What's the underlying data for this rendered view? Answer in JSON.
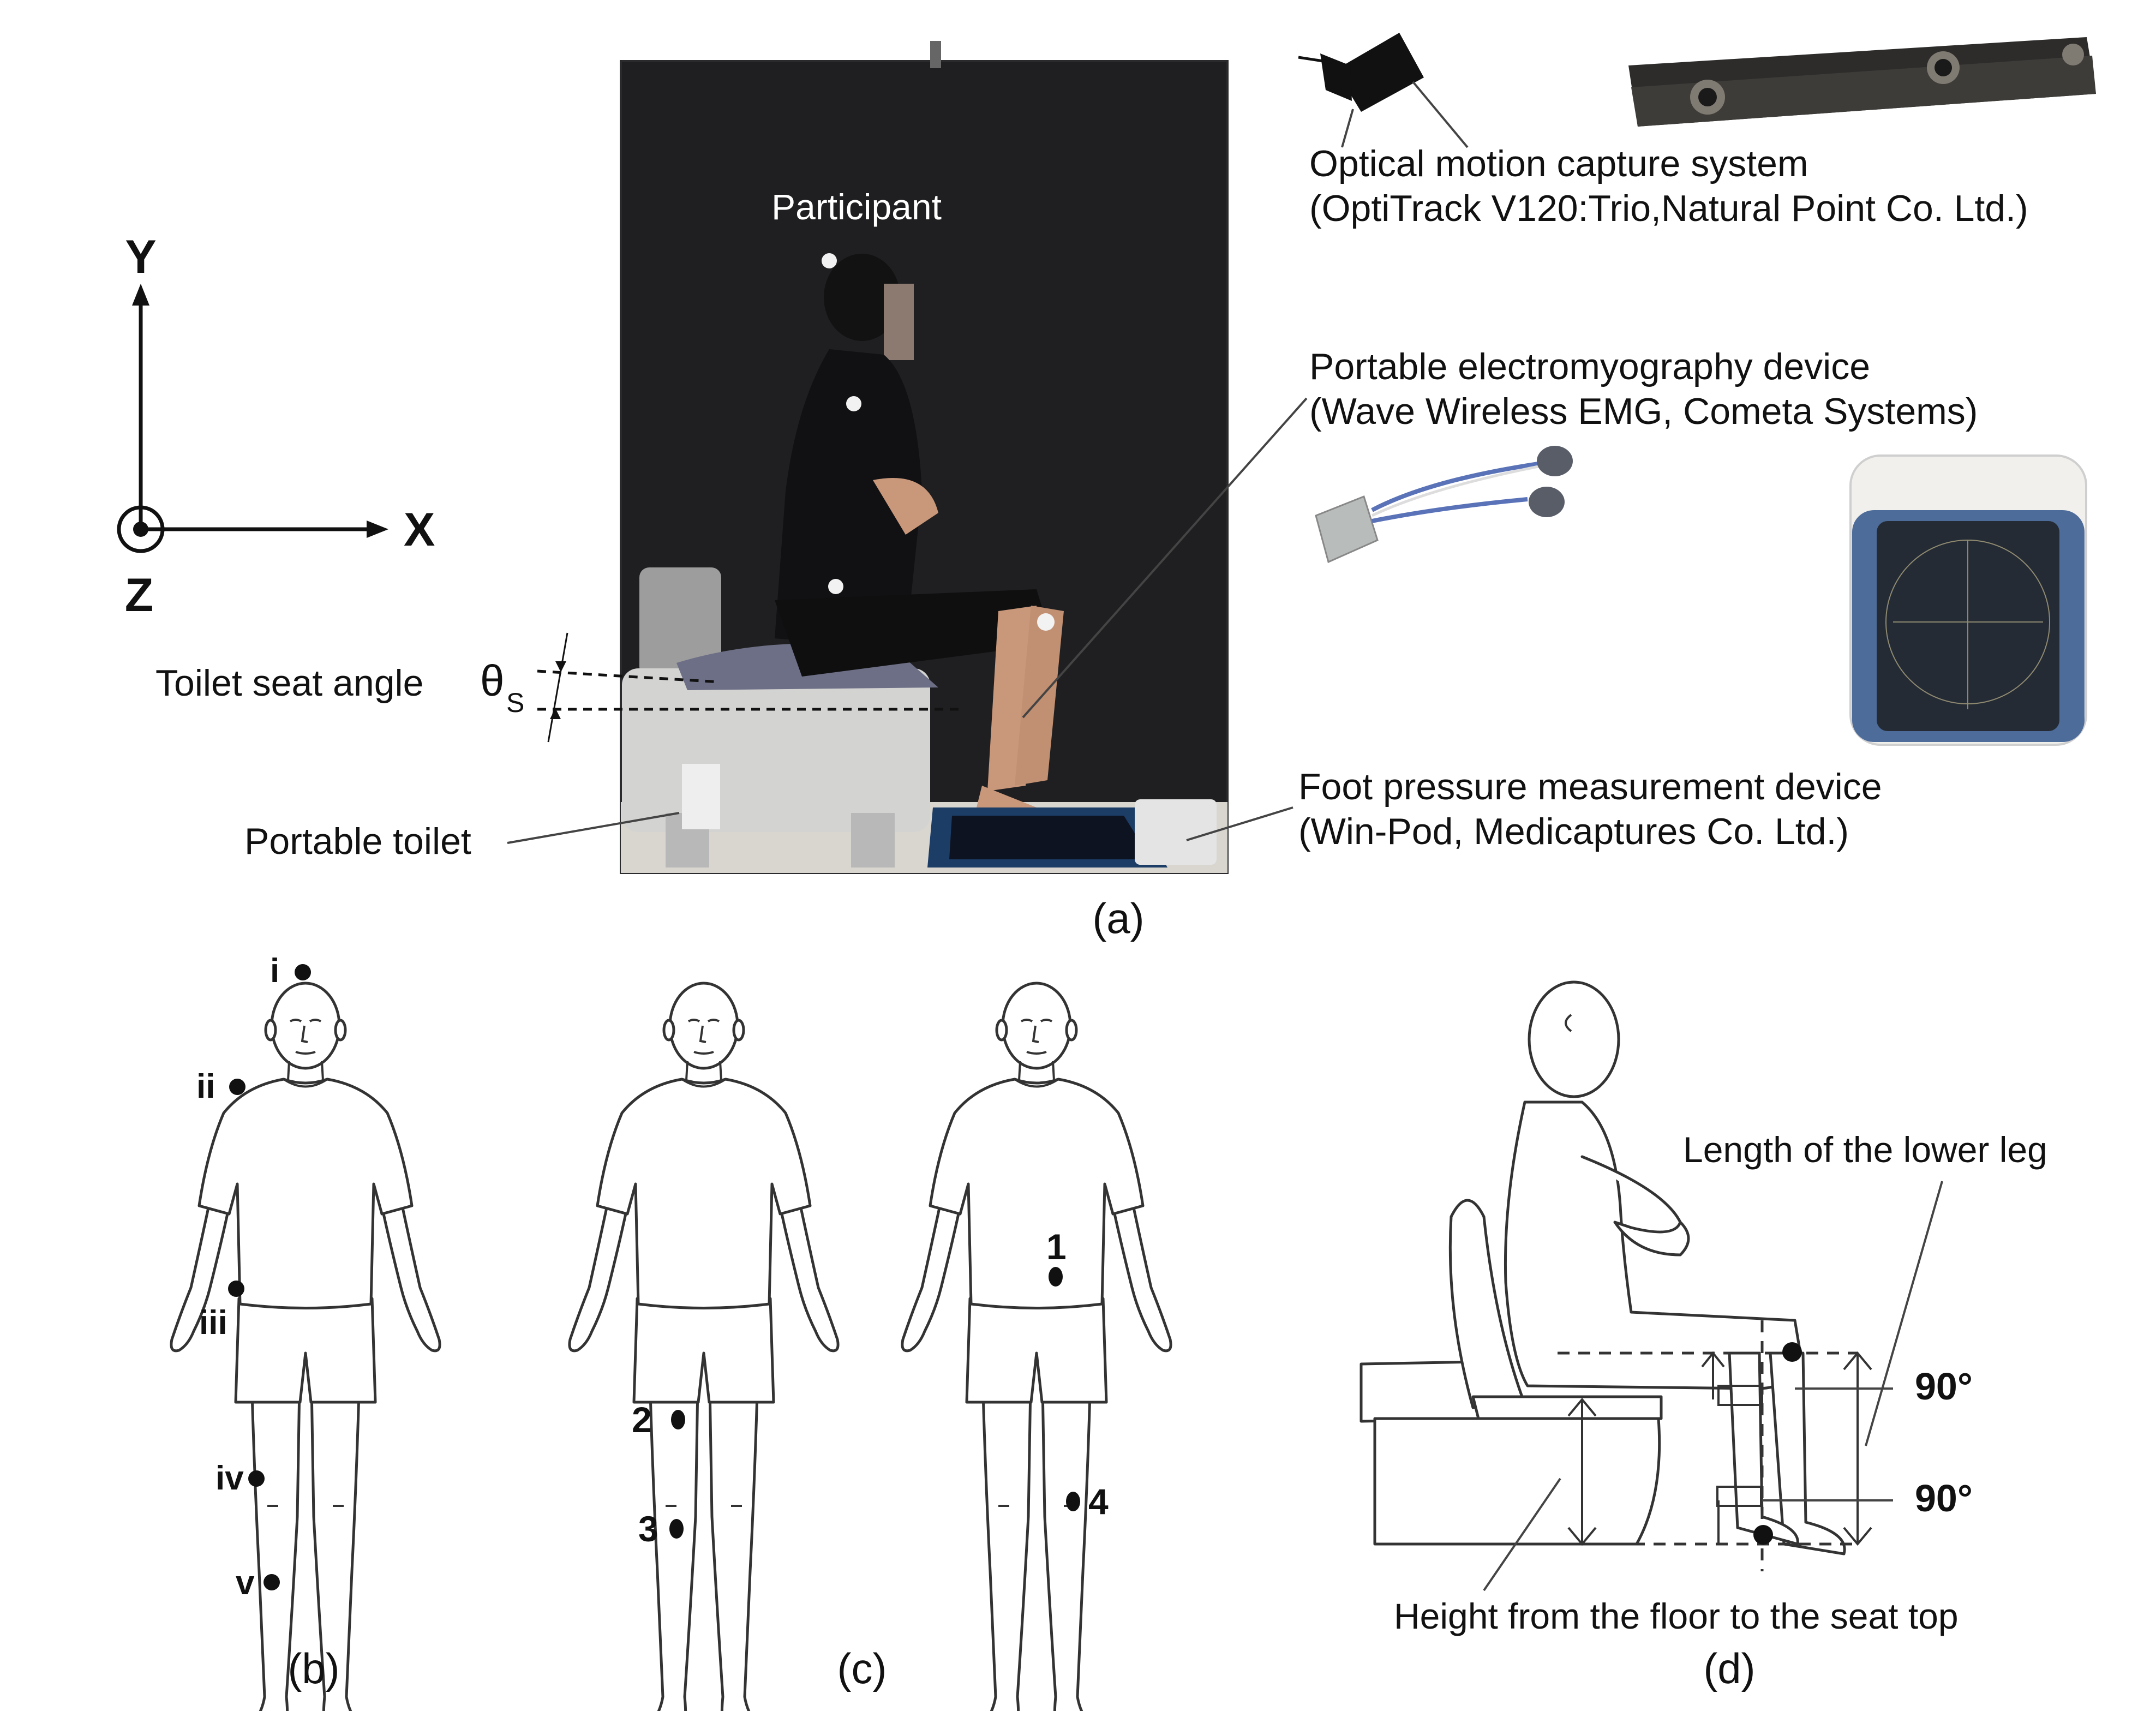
{
  "axes": {
    "y": "Y",
    "x": "X",
    "z": "Z"
  },
  "panel_a": {
    "caption": "(a)",
    "participant": "Participant",
    "seat_angle_label": "Toilet seat angle",
    "seat_angle_symbol": "θ",
    "seat_angle_subscript": "S",
    "toilet": "Portable toilet",
    "mocap_line1": "Optical motion capture system",
    "mocap_line2": "(OptiTrack V120:Trio,Natural Point Co. Ltd.)",
    "emg_line1": "Portable electromyography device",
    "emg_line2": "(Wave Wireless EMG, Cometa Systems)",
    "foot_line1": "Foot pressure measurement device",
    "foot_line2": "(Win-Pod, Medicaptures Co. Ltd.)"
  },
  "panel_b": {
    "caption": "(b)",
    "markers": [
      "i",
      "ii",
      "iii",
      "iv",
      "v"
    ]
  },
  "panel_c": {
    "caption": "(c)",
    "electrodes": [
      "1",
      "2",
      "3",
      "4"
    ]
  },
  "panel_d": {
    "caption": "(d)",
    "lower_leg": "Length of the lower leg",
    "angle_upper": "90°",
    "angle_lower": "90°",
    "seat_height": "Height from the floor to the seat top"
  }
}
